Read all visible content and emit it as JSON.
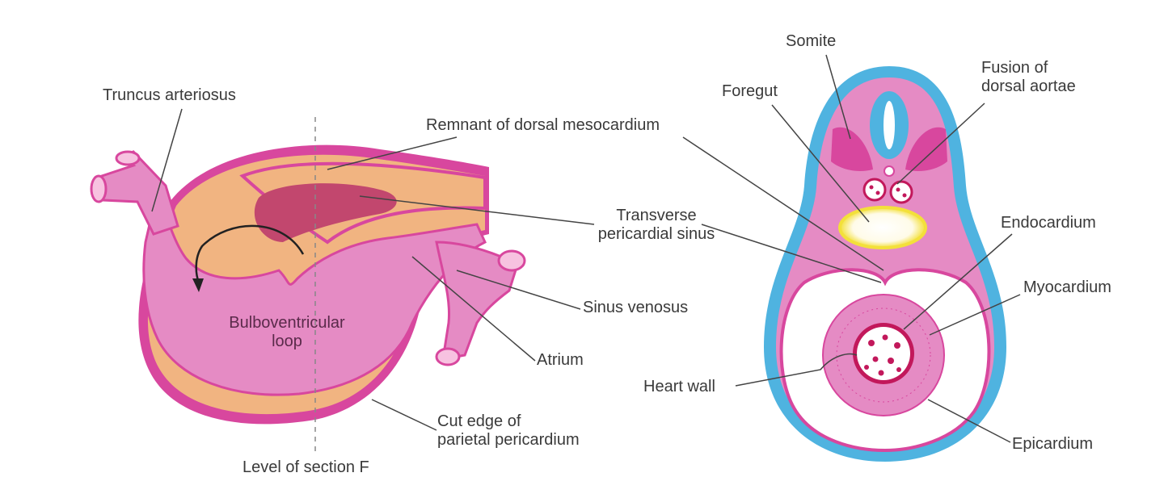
{
  "colors": {
    "wall_pink": "#e58bc4",
    "wall_dark": "#d8479e",
    "tan": "#f1b481",
    "cavity_red": "#c2476e",
    "outer_blue": "#4fb3e0",
    "gut_yellow": "#f3e03a",
    "leader": "#444444"
  },
  "left_panel": {
    "labels": {
      "truncus": "Truncus arteriosus",
      "remnant": "Remnant of dorsal mesocardium",
      "transverse": "Transverse\npericardial sinus",
      "sinus_venosus": "Sinus venosus",
      "atrium": "Atrium",
      "loop": "Bulboventricular\nloop",
      "cut_edge": "Cut edge of\nparietal pericardium",
      "level": "Level of section F"
    }
  },
  "right_panel": {
    "labels": {
      "somite": "Somite",
      "foregut": "Foregut",
      "fusion": "Fusion of\ndorsal aortae",
      "endocardium": "Endocardium",
      "myocardium": "Myocardium",
      "heart_wall": "Heart wall",
      "epicardium": "Epicardium"
    }
  }
}
